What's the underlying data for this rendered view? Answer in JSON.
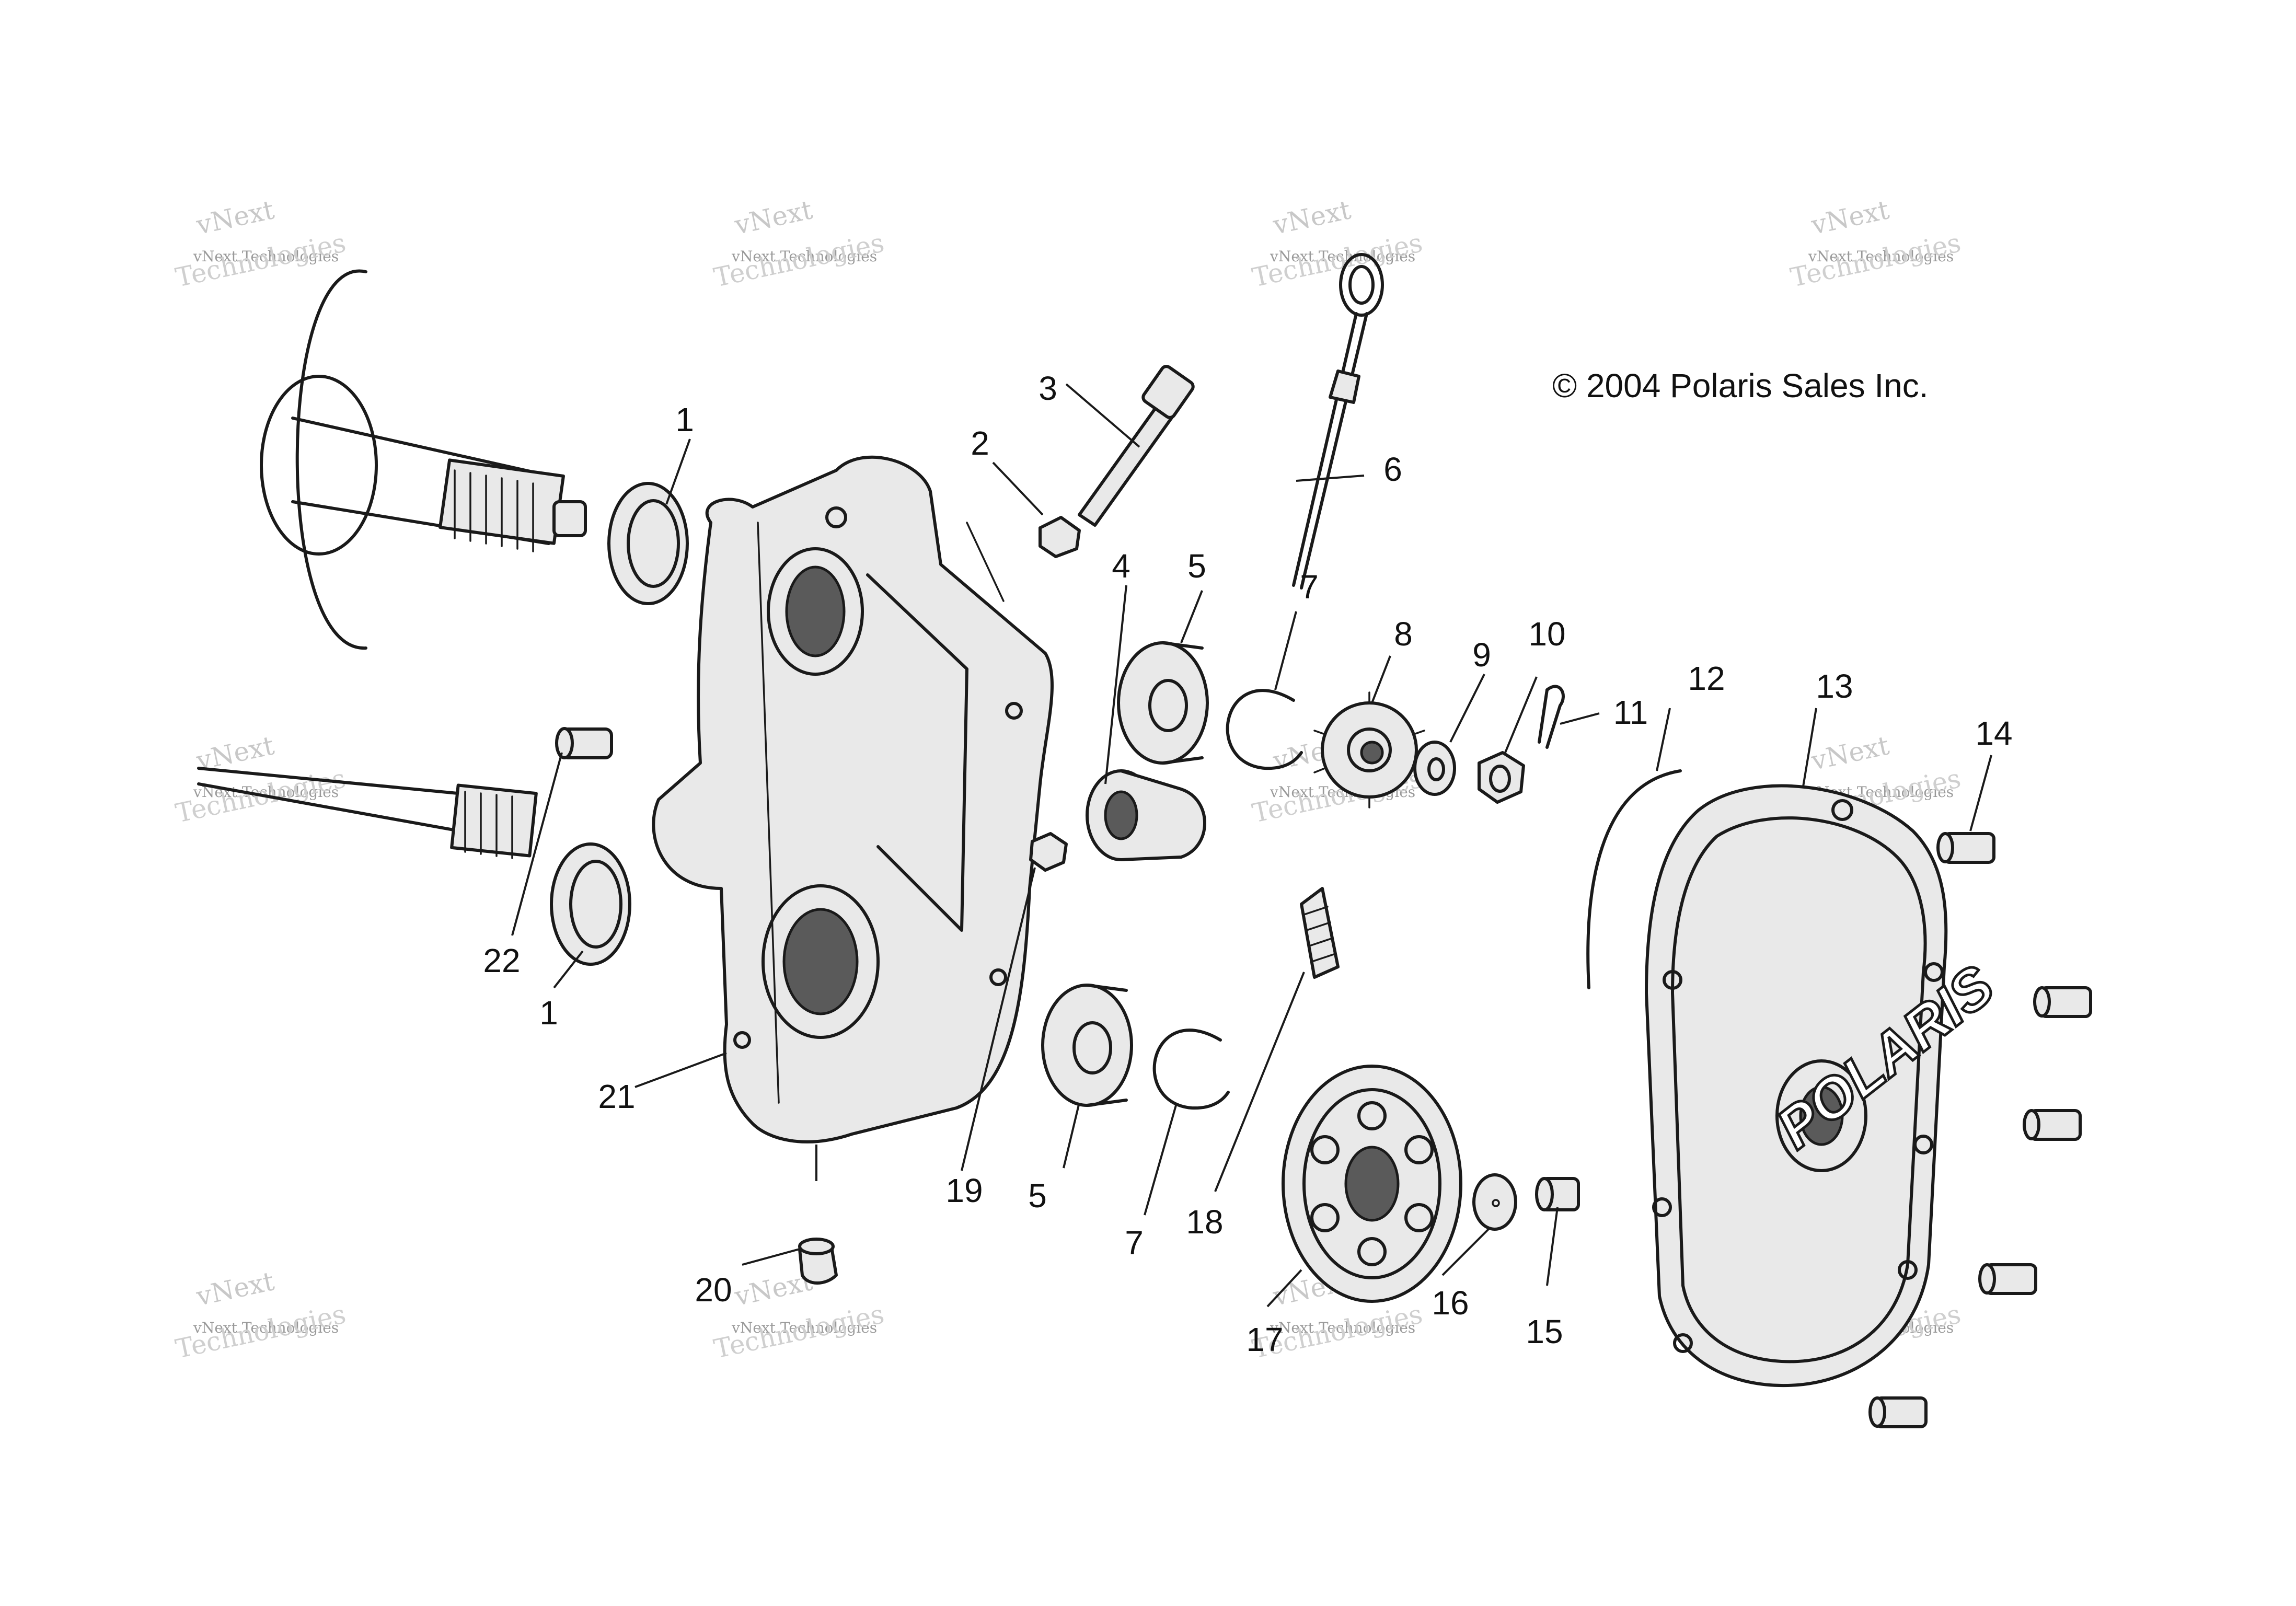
{
  "copyright": "© 2004 Polaris Sales Inc.",
  "brand": "POLARIS",
  "watermark": {
    "line1": "vNext",
    "line2": "vNext Technologies",
    "line3": "Technologies"
  },
  "callouts": [
    "1",
    "2",
    "3",
    "4",
    "5",
    "6",
    "7",
    "8",
    "9",
    "10",
    "11",
    "12",
    "13",
    "14",
    "22",
    "1",
    "21",
    "19",
    "5",
    "7",
    "18",
    "17",
    "16",
    "15",
    "20"
  ]
}
